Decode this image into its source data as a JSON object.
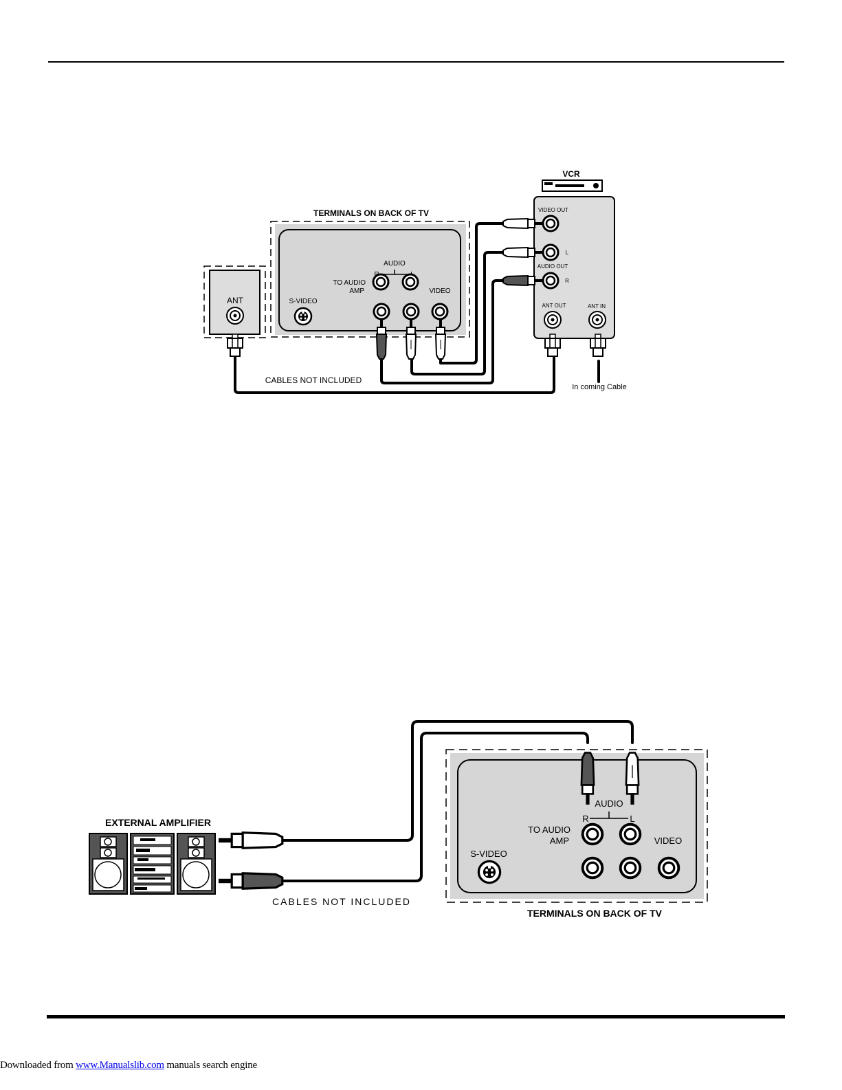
{
  "diagram1": {
    "vcr_label": "VCR",
    "tv_terminals_label": "TERMINALS ON BACK OF TV",
    "ant_label": "ANT",
    "svideo_label": "S-VIDEO",
    "audio_label": "AUDIO",
    "r_label": "R",
    "l_label": "L",
    "to_audio_amp_line1": "TO AUDIO",
    "to_audio_amp_line2": "AMP",
    "video_label": "VIDEO",
    "vcr_video_out": "VIDEO OUT",
    "vcr_l": "L",
    "vcr_audio_out": "AUDIO OUT",
    "vcr_r": "R",
    "vcr_ant_out": "ANT OUT",
    "vcr_ant_in": "ANT IN",
    "cables_note": "CABLES NOT INCLUDED",
    "incoming_cable": "In coming Cable"
  },
  "diagram2": {
    "amplifier_label": "EXTERNAL AMPLIFIER",
    "cables_note": "CABLES NOT INCLUDED",
    "tv_terminals_label": "TERMINALS ON BACK OF TV",
    "audio_label": "AUDIO",
    "r_label": "R",
    "l_label": "L",
    "to_audio_amp_line1": "TO AUDIO",
    "to_audio_amp_line2": "AMP",
    "video_label": "VIDEO",
    "svideo_label": "S-VIDEO"
  },
  "footer": {
    "prefix": "Downloaded from ",
    "link_text": "www.Manualslib.com",
    "suffix": "  manuals search engine"
  }
}
